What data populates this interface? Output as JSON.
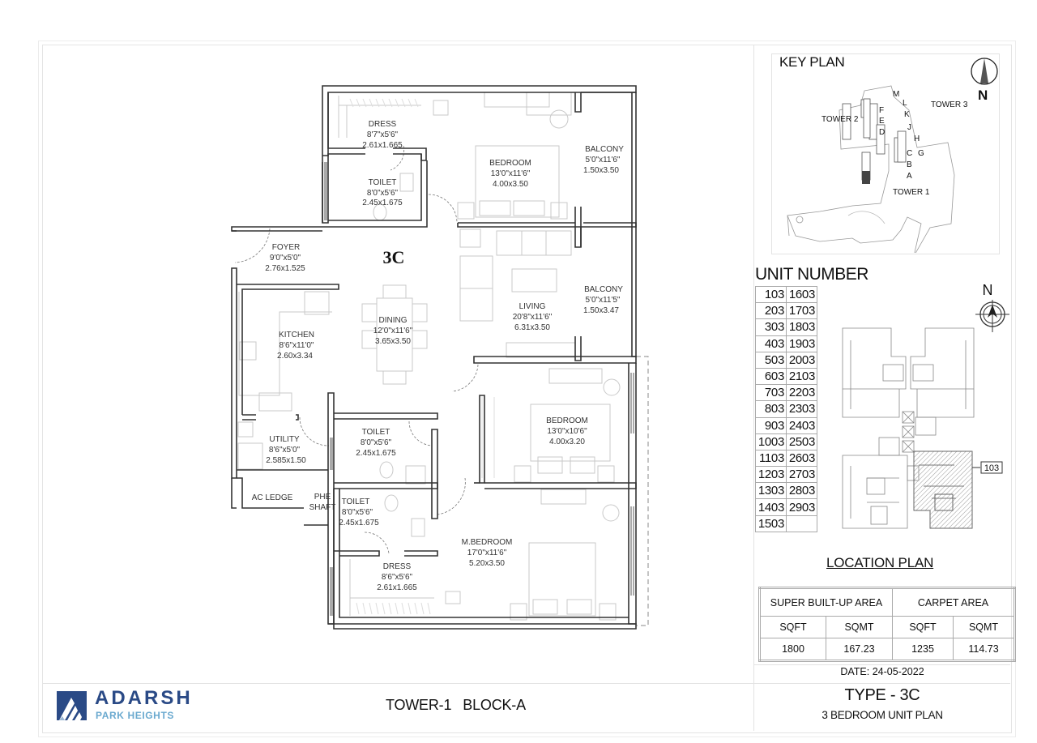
{
  "plan": {
    "unit_code": "3C",
    "rooms": [
      {
        "name": "DRESS",
        "imperial": "8'7\"x5'6\"",
        "metric": "2.61x1.665"
      },
      {
        "name": "TOILET",
        "imperial": "8'0\"x5'6\"",
        "metric": "2.45x1.675"
      },
      {
        "name": "BEDROOM",
        "imperial": "13'0\"x11'6\"",
        "metric": "4.00x3.50"
      },
      {
        "name": "BALCONY",
        "imperial": "5'0\"x11'6\"",
        "metric": "1.50x3.50"
      },
      {
        "name": "FOYER",
        "imperial": "9'0\"x5'0\"",
        "metric": "2.76x1.525"
      },
      {
        "name": "BALCONY",
        "imperial": "5'0\"x11'5\"",
        "metric": "1.50x3.47"
      },
      {
        "name": "KITCHEN",
        "imperial": "8'6\"x11'0\"",
        "metric": "2.60x3.34"
      },
      {
        "name": "DINING",
        "imperial": "12'0\"x11'6\"",
        "metric": "3.65x3.50"
      },
      {
        "name": "LIVING",
        "imperial": "20'8\"x11'6\"",
        "metric": "6.31x3.50"
      },
      {
        "name": "BEDROOM",
        "imperial": "13'0\"x10'6\"",
        "metric": "4.00x3.20"
      },
      {
        "name": "UTILITY",
        "imperial": "8'6\"x5'0\"",
        "metric": "2.585x1.50"
      },
      {
        "name": "TOILET",
        "imperial": "8'0\"x5'6\"",
        "metric": "2.45x1.675"
      },
      {
        "name": "TOILET",
        "imperial": "8'0\"x5'6\"",
        "metric": "2.45x1.675"
      },
      {
        "name": "M.BEDROOM",
        "imperial": "17'0\"x11'6\"",
        "metric": "5.20x3.50"
      },
      {
        "name": "DRESS",
        "imperial": "8'6\"x5'6\"",
        "metric": "2.61x1.665"
      }
    ],
    "labels": {
      "ac_ledge": "AC LEDGE",
      "phe": "PHE",
      "shaft": "SHAFT"
    }
  },
  "key_plan": {
    "title": "KEY PLAN",
    "north": "N",
    "towers": [
      "TOWER 1",
      "TOWER 2",
      "TOWER 3"
    ],
    "blocks": [
      "A",
      "B",
      "C",
      "D",
      "E",
      "F",
      "G",
      "H",
      "J",
      "K",
      "L",
      "M"
    ]
  },
  "unit_number": {
    "title": "UNIT NUMBER",
    "rows": [
      [
        "103",
        "1603"
      ],
      [
        "203",
        "1703"
      ],
      [
        "303",
        "1803"
      ],
      [
        "403",
        "1903"
      ],
      [
        "503",
        "2003"
      ],
      [
        "603",
        "2103"
      ],
      [
        "703",
        "2203"
      ],
      [
        "803",
        "2303"
      ],
      [
        "903",
        "2403"
      ],
      [
        "1003",
        "2503"
      ],
      [
        "1103",
        "2603"
      ],
      [
        "1203",
        "2703"
      ],
      [
        "1303",
        "2803"
      ],
      [
        "1403",
        "2903"
      ],
      [
        "1503",
        ""
      ]
    ],
    "callout": "103",
    "north": "N"
  },
  "location_plan": {
    "title": "LOCATION PLAN"
  },
  "area": {
    "super_built_up_label": "SUPER BUILT-UP AREA",
    "carpet_label": "CARPET AREA",
    "sqft_label": "SQFT",
    "sqmt_label": "SQMT",
    "super_sqft": "1800",
    "super_sqmt": "167.23",
    "carpet_sqft": "1235",
    "carpet_sqmt": "114.73"
  },
  "date": "DATE: 24-05-2022",
  "type": "TYPE - 3C",
  "type_subtitle": "3 BEDROOM UNIT PLAN",
  "footer": {
    "brand": "ADARSH",
    "brand_sub": "PARK HEIGHTS",
    "tower": "TOWER-1",
    "block": "BLOCK-A"
  },
  "colors": {
    "brand_blue": "#2a4a86",
    "brand_light_blue": "#6aa9cf",
    "wall": "#333333",
    "furniture": "#c8c8c8"
  }
}
